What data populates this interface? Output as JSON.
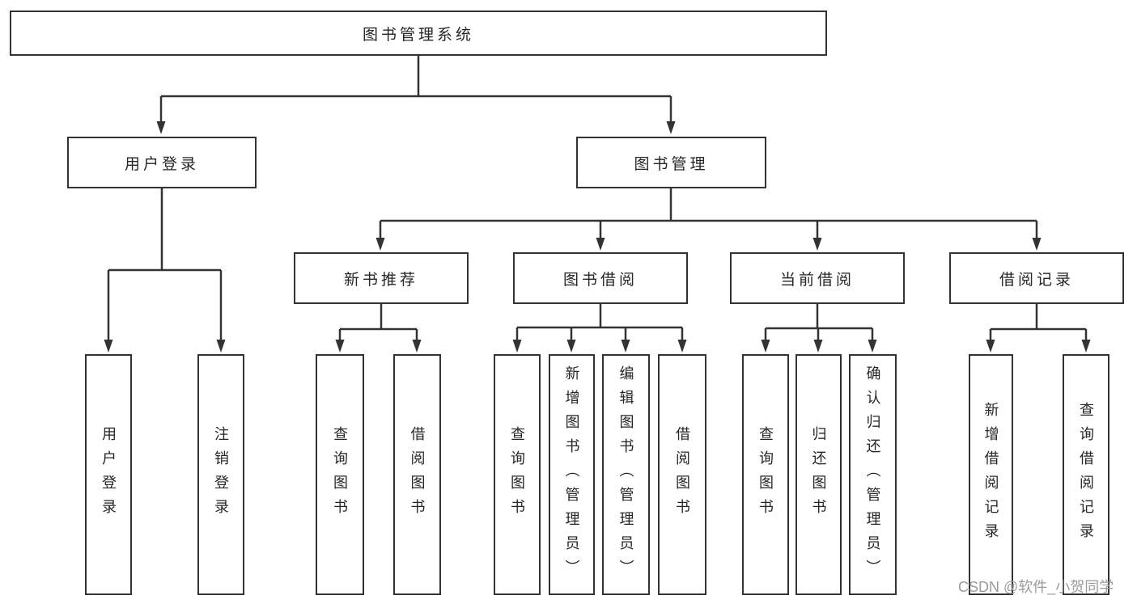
{
  "root": {
    "label": "图书管理系统"
  },
  "branches": [
    {
      "label": "用户登录",
      "children": [
        {
          "label": "用户登录"
        },
        {
          "label": "注销登录"
        }
      ]
    },
    {
      "label": "图书管理",
      "sections": [
        {
          "label": "新书推荐",
          "children": [
            {
              "label": "查询图书"
            },
            {
              "label": "借阅图书"
            }
          ]
        },
        {
          "label": "图书借阅",
          "children": [
            {
              "label": "查询图书"
            },
            {
              "label": "新增图书（管理员）"
            },
            {
              "label": "编辑图书（管理员）"
            },
            {
              "label": "借阅图书"
            }
          ]
        },
        {
          "label": "当前借阅",
          "children": [
            {
              "label": "查询图书"
            },
            {
              "label": "归还图书"
            },
            {
              "label": "确认归还（管理员）"
            }
          ]
        },
        {
          "label": "借阅记录",
          "children": [
            {
              "label": "新增借阅记录"
            },
            {
              "label": "查询借阅记录"
            }
          ]
        }
      ]
    }
  ],
  "watermark": {
    "text": "CSDN @软件_小贺同学"
  },
  "colors": {
    "line": "#333333",
    "box_border": "#333333",
    "text": "#262626",
    "watermark_text": "#9b9b9b",
    "background": "#ffffff"
  }
}
